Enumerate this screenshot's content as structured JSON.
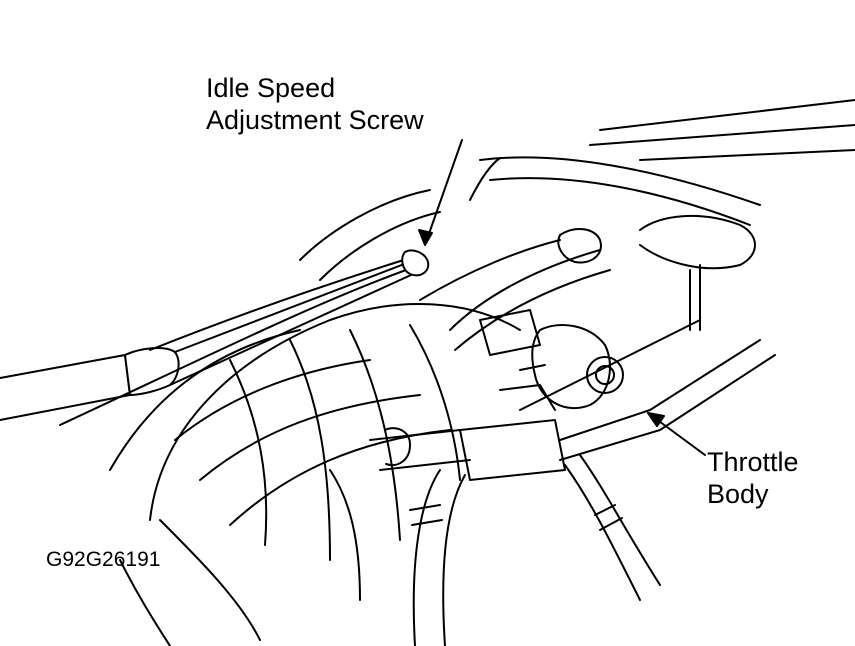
{
  "labels": {
    "idle_line1": "Idle Speed",
    "idle_line2": "Adjustment Screw",
    "throttle_line1": "Throttle",
    "throttle_line2": "Body",
    "figure_code": "G92G26191"
  },
  "colors": {
    "ink": "#000000",
    "paper": "#ffffff"
  }
}
